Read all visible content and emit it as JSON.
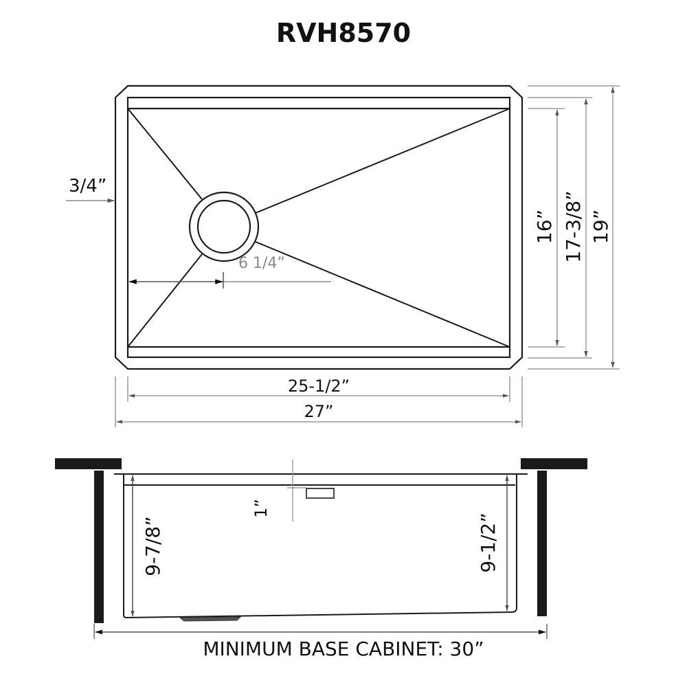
{
  "title": "RVH8570",
  "top_view": {
    "dims": {
      "rim_left": "3/4”",
      "drain_offset": "6  1/4”",
      "inner_width": "25-1/2”",
      "outer_width": "27”",
      "inner_depth": "16”",
      "mid_depth": "17-3/8”",
      "outer_depth": "19”"
    }
  },
  "side_view": {
    "dims": {
      "ledge": "1”",
      "left_height": "9-7/8”",
      "right_height": "9-1/2”"
    }
  },
  "footer": "MINIMUM BASE CABINET: 30”",
  "colors": {
    "line": "#1a1a1a",
    "dim_line": "#888888",
    "cabinet": "#1a1a1a"
  }
}
